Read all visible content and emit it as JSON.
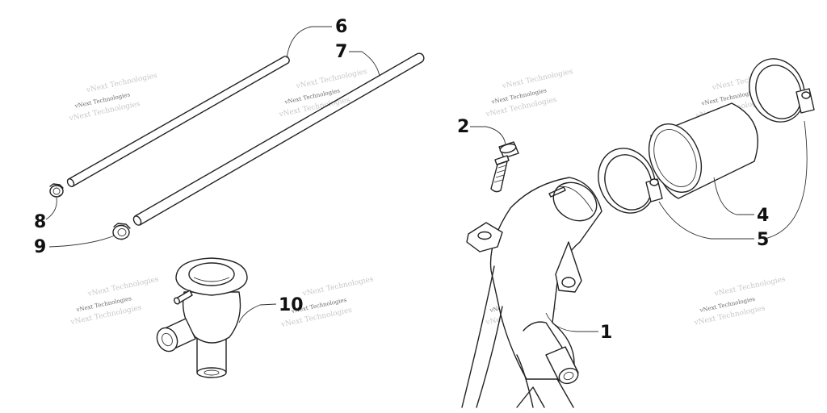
{
  "callouts": {
    "c1": "1",
    "c2": "2",
    "c4": "4",
    "c5": "5",
    "c6": "6",
    "c7": "7",
    "c8": "8",
    "c9": "9",
    "c10": "10"
  },
  "watermark": {
    "text": "vNext Technologies"
  }
}
